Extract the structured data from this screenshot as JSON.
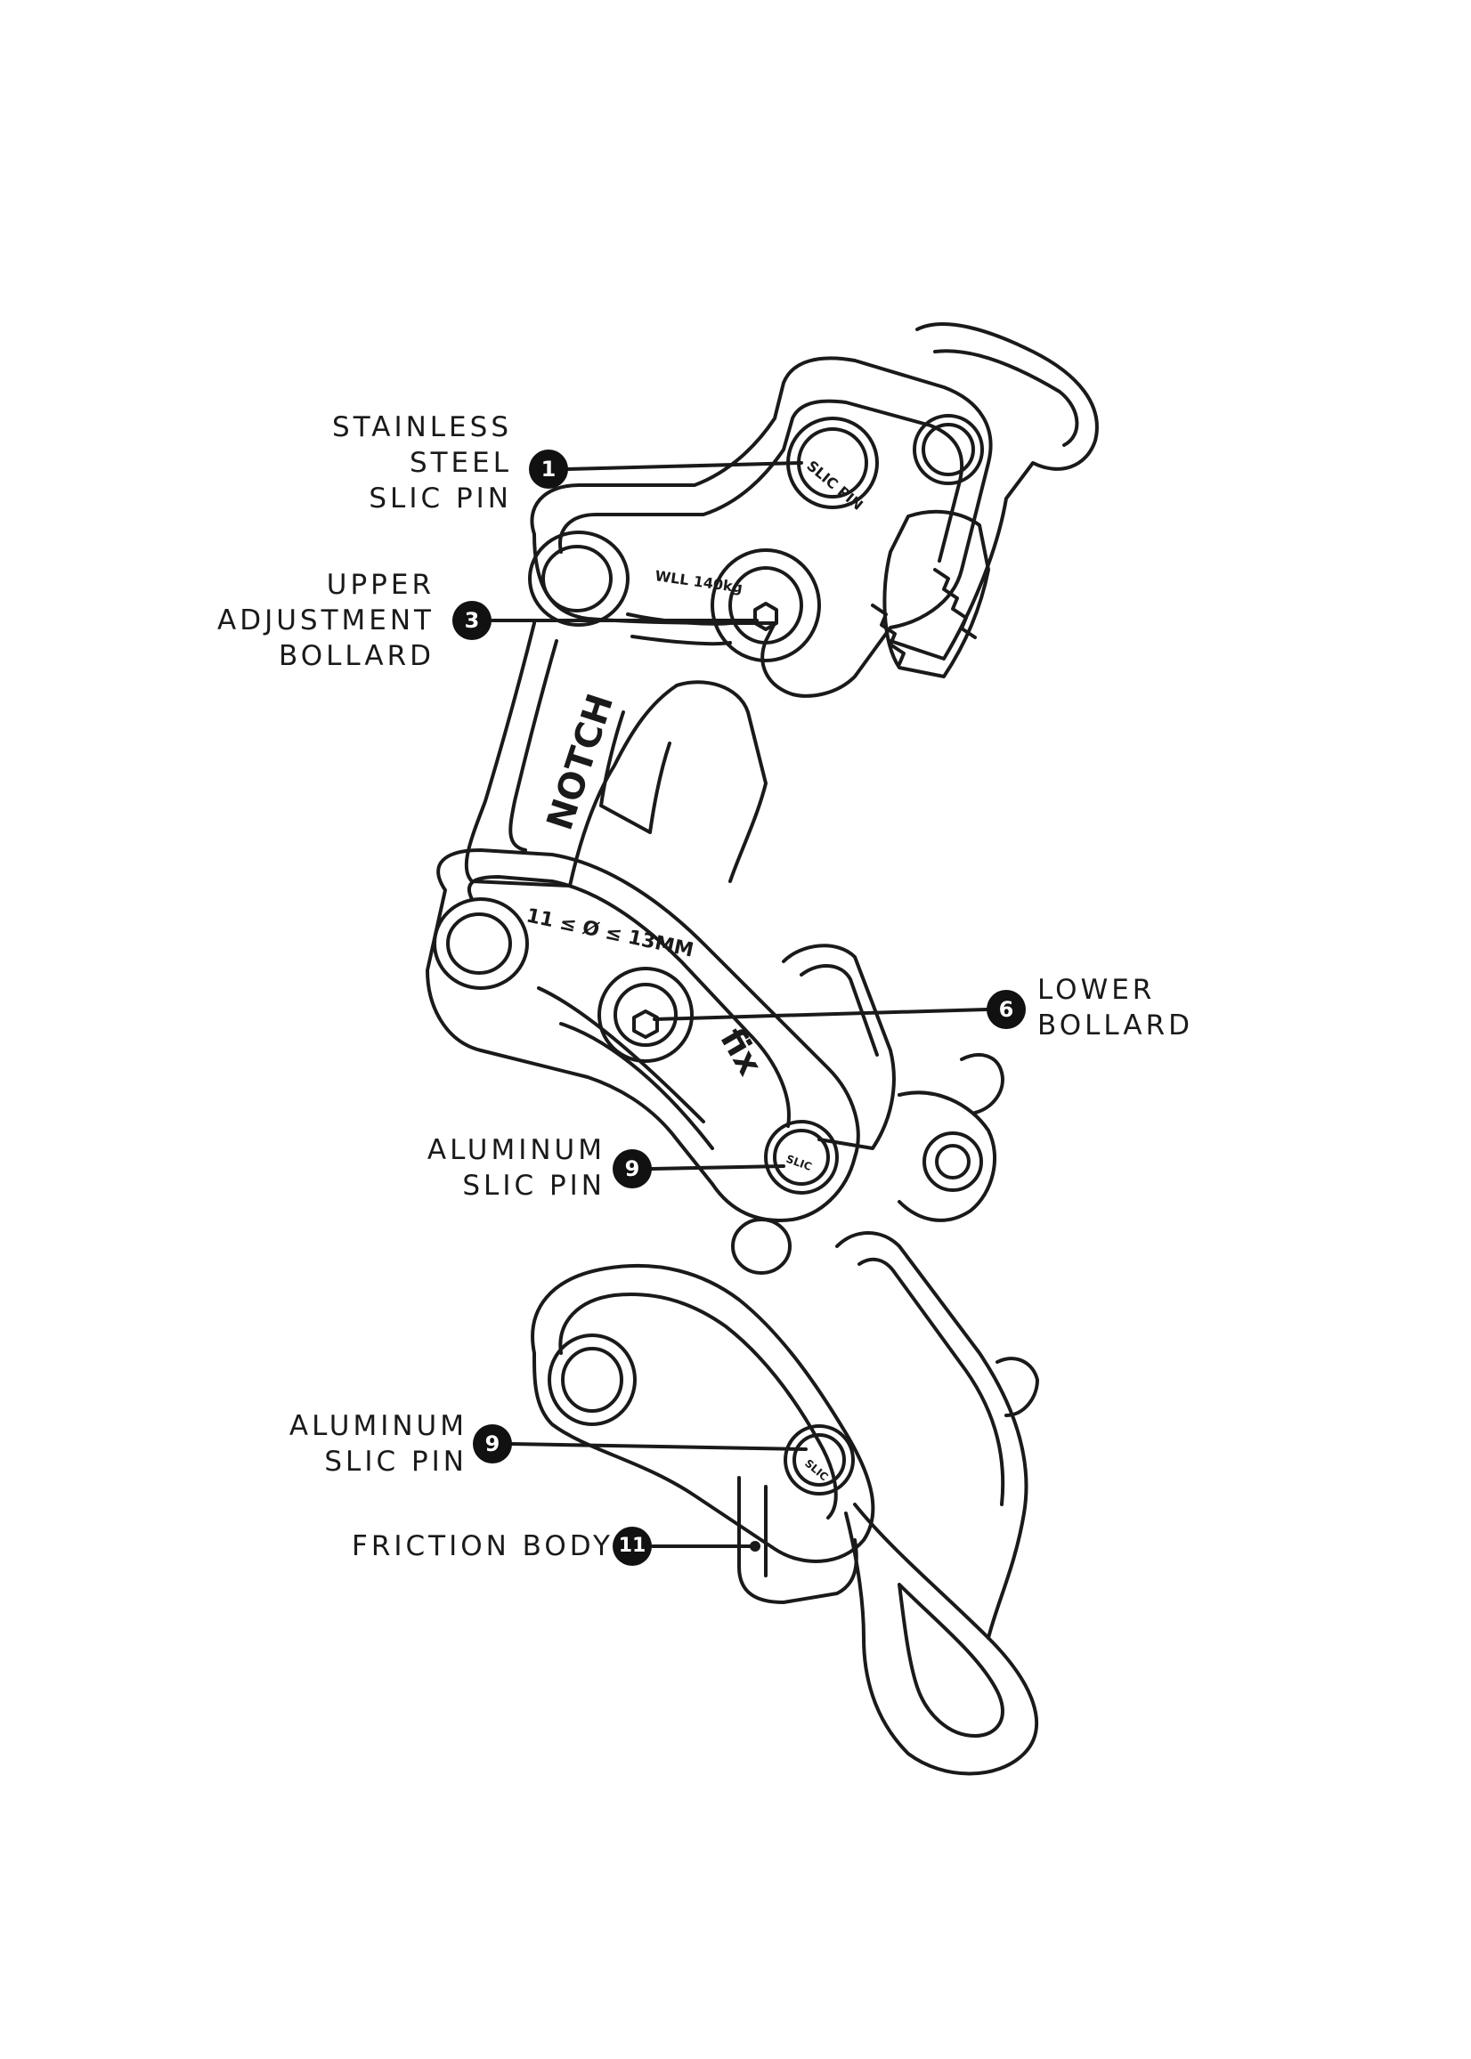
{
  "callouts": [
    {
      "number": "1",
      "lines": [
        "STAINLESS",
        "STEEL",
        "SLIC PIN"
      ]
    },
    {
      "number": "3",
      "lines": [
        "UPPER",
        "ADJUSTMENT",
        "BOLLARD"
      ]
    },
    {
      "number": "6",
      "lines": [
        "LOWER",
        "BOLLARD"
      ]
    },
    {
      "number": "9",
      "lines": [
        "ALUMINUM",
        "SLIC PIN"
      ]
    },
    {
      "number": "9",
      "lines": [
        "ALUMINUM",
        "SLIC PIN"
      ]
    },
    {
      "number": "11",
      "lines": [
        "FRICTION BODY"
      ]
    }
  ],
  "markings": {
    "brand": "NOTCH",
    "wll": "WLL 140kg",
    "rope_range": "11 ≤ Ø ≤ 13MM",
    "model": "fix",
    "upper_pin": "SLIC PIN",
    "alu_pin": "SLIC"
  },
  "colors": {
    "line": "#1a1a1a",
    "badge": "#111111",
    "background": "#ffffff"
  }
}
